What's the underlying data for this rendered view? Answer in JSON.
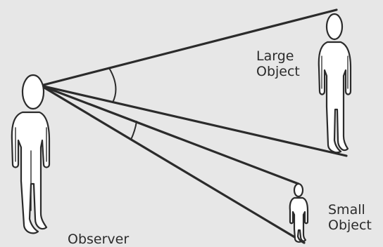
{
  "labels": {
    "large_object": [
      "Large",
      "Object"
    ],
    "small_object": [
      "Small",
      "Object"
    ],
    "observer": "Observer"
  },
  "colors": {
    "background": "#e7e7e7",
    "stroke": "#2b2b2b",
    "figure_fill": "#ffffff"
  }
}
